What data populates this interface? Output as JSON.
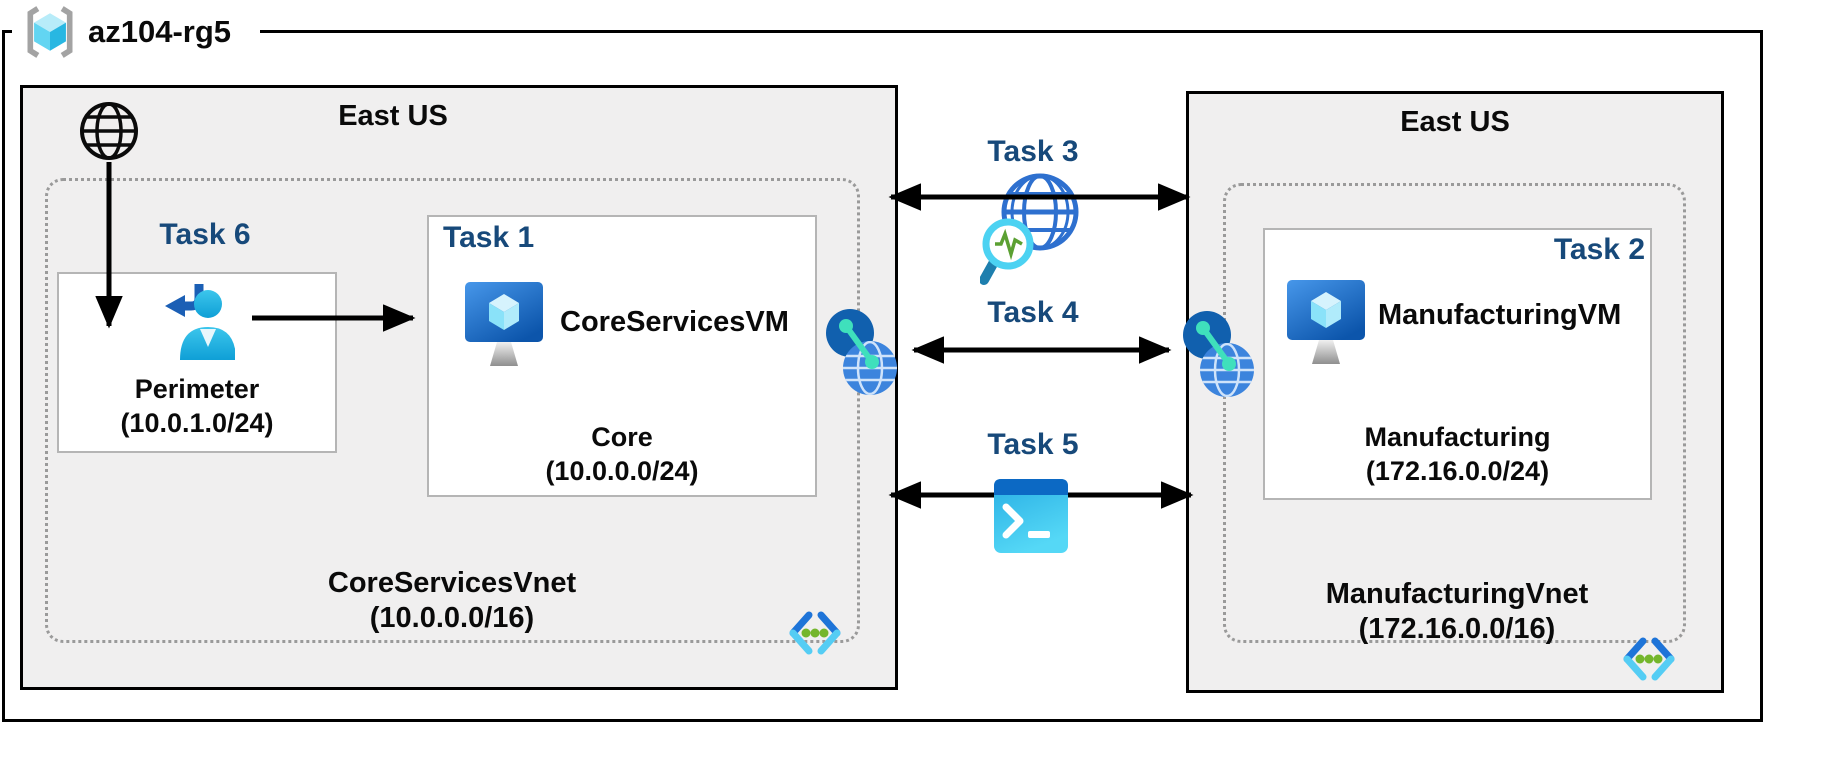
{
  "header": {
    "resource_group": "az104-rg5"
  },
  "left_region": {
    "location": "East US",
    "task6_label": "Task 6",
    "perimeter_subnet": {
      "name": "Perimeter",
      "cidr": "(10.0.1.0/24)"
    },
    "task1_label": "Task 1",
    "vm": {
      "name": "CoreServicesVM",
      "subnet_name": "Core",
      "subnet_cidr": "(10.0.0.0/24)"
    },
    "vnet": {
      "name": "CoreServicesVnet",
      "cidr": "(10.0.0.0/16)"
    }
  },
  "right_region": {
    "location": "East US",
    "task2_label": "Task 2",
    "vm": {
      "name": "ManufacturingVM",
      "subnet_name": "Manufacturing",
      "subnet_cidr": "(172.16.0.0/24)"
    },
    "vnet": {
      "name": "ManufacturingVnet",
      "cidr": "(172.16.0.0/16)"
    }
  },
  "connections": {
    "task3": {
      "label": "Task 3",
      "icon": "network-watcher-icon"
    },
    "task4": {
      "label": "Task 4",
      "icon": "vnet-peering-icon"
    },
    "task5": {
      "label": "Task 5",
      "icon": "cloud-shell-icon"
    }
  },
  "colors": {
    "task_label_blue": "#17497A",
    "region_background": "#F0EFEF",
    "vm_monitor_blue": "#0C55AB",
    "cube_cyan": "#32BEE1",
    "peering_teal": "#3FE0BC",
    "vnet_dot_green": "#74B62C",
    "shell_header_blue": "#0C69C4"
  }
}
